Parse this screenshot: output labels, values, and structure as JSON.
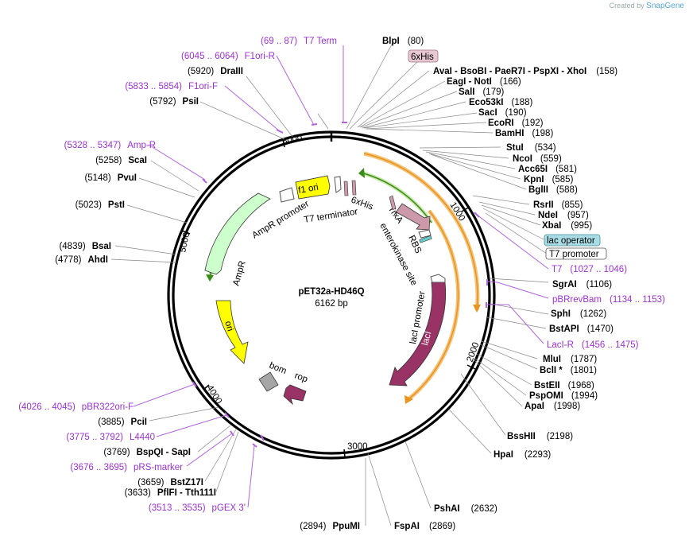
{
  "credit": {
    "prefix": "Created by",
    "brand": "SnapGene"
  },
  "plasmid": {
    "name": "pET32a-HD46Q",
    "size": "6162 bp"
  },
  "ticks": [
    "1000",
    "2000",
    "3000",
    "4000",
    "5000",
    "6000"
  ],
  "features": [
    {
      "name": "f1 ori",
      "type": "rep_origin",
      "color": "#ffff00"
    },
    {
      "name": "AmpR promoter",
      "type": "promoter",
      "color": "#ffffff"
    },
    {
      "name": "AmpR",
      "type": "cds",
      "color": "#ccffcc"
    },
    {
      "name": "ori",
      "type": "rep_origin",
      "color": "#ffff00"
    },
    {
      "name": "bom",
      "type": "misc",
      "color": "#a6a6a6"
    },
    {
      "name": "rop",
      "type": "cds",
      "color": "#993366"
    },
    {
      "name": "lacI",
      "type": "cds",
      "color": "#993366"
    },
    {
      "name": "lacI promoter",
      "type": "promoter",
      "color": "#ffffff"
    },
    {
      "name": "TrxA",
      "type": "cds",
      "color": "#cc99aa"
    },
    {
      "name": "RBS",
      "type": "rbs",
      "color": "#ffffff"
    },
    {
      "name": "enterokinase site",
      "type": "site",
      "color": "#66cccc"
    },
    {
      "name": "6xHis",
      "type": "tag",
      "color": "#cc99aa"
    },
    {
      "name": "T7 terminator",
      "type": "terminator",
      "color": "#ffffff"
    }
  ],
  "labels_right": [
    {
      "enzyme": "BlpI",
      "pos": "(80)"
    },
    {
      "tag": "6xHis"
    },
    {
      "enzyme": "AvaI  - BsoBI  - PaeR7I  - PspXI  - XhoI",
      "pos": "(158)"
    },
    {
      "enzyme": "EagI  - NotI",
      "pos": "(166)"
    },
    {
      "enzyme": "SalI",
      "pos": "(179)"
    },
    {
      "enzyme": "Eco53kI",
      "pos": "(188)"
    },
    {
      "enzyme": "SacI",
      "pos": "(190)"
    },
    {
      "enzyme": "EcoRI",
      "pos": "(192)"
    },
    {
      "enzyme": "BamHI",
      "pos": "(198)"
    },
    {
      "enzyme": "StuI",
      "pos": "(534)"
    },
    {
      "enzyme": "NcoI",
      "pos": "(559)"
    },
    {
      "enzyme": "Acc65I",
      "pos": "(581)"
    },
    {
      "enzyme": "KpnI",
      "pos": "(585)"
    },
    {
      "enzyme": "BglII",
      "pos": "(588)"
    },
    {
      "enzyme": "RsrII",
      "pos": "(855)"
    },
    {
      "enzyme": "NdeI",
      "pos": "(957)"
    },
    {
      "enzyme": "XbaI",
      "pos": "(995)"
    },
    {
      "boxed": "lac operator"
    },
    {
      "boxed": "T7 promoter"
    },
    {
      "primer": "T7",
      "range": "(1027 .. 1046)"
    },
    {
      "enzyme": "SgrAI",
      "pos": "(1106)"
    },
    {
      "primer": "pBRrevBam",
      "range": "(1134 .. 1153)"
    },
    {
      "enzyme": "SphI",
      "pos": "(1262)"
    },
    {
      "enzyme": "BstAPI",
      "pos": "(1470)"
    },
    {
      "primer": "LacI-R",
      "range": "(1456 .. 1475)"
    },
    {
      "enzyme": "MluI",
      "pos": "(1787)"
    },
    {
      "enzyme": "BclI *",
      "pos": "(1801)"
    },
    {
      "enzyme": "BstEII",
      "pos": "(1968)"
    },
    {
      "enzyme": "PspOMI",
      "pos": "(1994)"
    },
    {
      "enzyme": "ApaI",
      "pos": "(1998)"
    },
    {
      "enzyme": "BssHII",
      "pos": "(2198)"
    },
    {
      "enzyme": "HpaI",
      "pos": "(2293)"
    },
    {
      "enzyme": "PshAI",
      "pos": "(2632)"
    },
    {
      "enzyme": "FspAI",
      "pos": "(2869)"
    }
  ],
  "labels_left": [
    {
      "primer": "T7 Term",
      "range": "(69 .. 87)"
    },
    {
      "primer": "F1ori-R",
      "range": "(6045 .. 6064)"
    },
    {
      "enzyme": "DraIII",
      "pos": "(5920)"
    },
    {
      "primer": "F1ori-F",
      "range": "(5833 .. 5854)"
    },
    {
      "enzyme": "PsiI",
      "pos": "(5792)"
    },
    {
      "primer": "Amp-R",
      "range": "(5328 .. 5347)"
    },
    {
      "enzyme": "ScaI",
      "pos": "(5258)"
    },
    {
      "enzyme": "PvuI",
      "pos": "(5148)"
    },
    {
      "enzyme": "PstI",
      "pos": "(5023)"
    },
    {
      "enzyme": "BsaI",
      "pos": "(4839)"
    },
    {
      "enzyme": "AhdI",
      "pos": "(4778)"
    },
    {
      "primer": "pBR322ori-F",
      "range": "(4026 .. 4045)"
    },
    {
      "enzyme": "PciI",
      "pos": "(3885)"
    },
    {
      "primer": "L4440",
      "range": "(3775 .. 3792)"
    },
    {
      "enzyme": "BspQI  - SapI",
      "pos": "(3769)"
    },
    {
      "primer": "pRS-marker",
      "range": "(3676 .. 3695)"
    },
    {
      "enzyme": "BstZ17I",
      "pos": "(3659)"
    },
    {
      "enzyme": "PflFI  - Tth111I",
      "pos": "(3633)"
    },
    {
      "primer": "pGEX 3'",
      "range": "(3513 .. 3535)"
    },
    {
      "enzyme": "PpuMI",
      "pos": "(2894)"
    }
  ]
}
